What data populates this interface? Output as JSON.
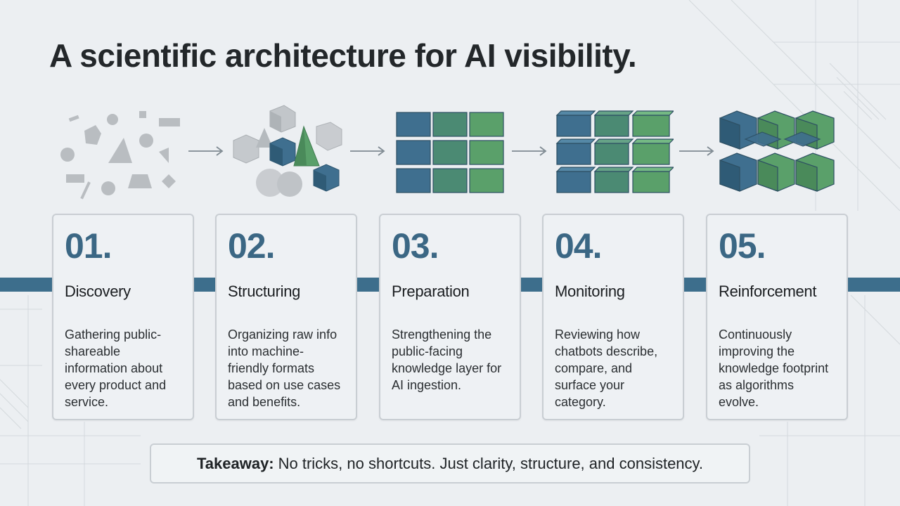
{
  "title": "A scientific architecture for AI visibility.",
  "colors": {
    "accent_blue": "#3d6e8c",
    "number_blue": "#3b6784",
    "cube_blue": "#3f6f8f",
    "cube_green": "#5aa06a",
    "grey_shape": "#b8bcc0"
  },
  "steps": [
    {
      "number": "01.",
      "title": "Discovery",
      "text": "Gathering public-shareable information about every product and service."
    },
    {
      "number": "02.",
      "title": "Structuring",
      "text": "Organizing raw info into machine-friendly formats based on use cases and benefits."
    },
    {
      "number": "03.",
      "title": "Preparation",
      "text": "Strengthening the public-facing knowledge layer for AI ingestion."
    },
    {
      "number": "04.",
      "title": "Monitoring",
      "text": "Reviewing how chatbots describe, compare, and surface your category."
    },
    {
      "number": "05.",
      "title": "Reinforcement",
      "text": "Continuously improving the knowledge footprint as algorithms evolve."
    }
  ],
  "takeaway": {
    "label": "Takeaway:",
    "text": "No tricks, no shortcuts. Just clarity, structure, and consistency."
  }
}
